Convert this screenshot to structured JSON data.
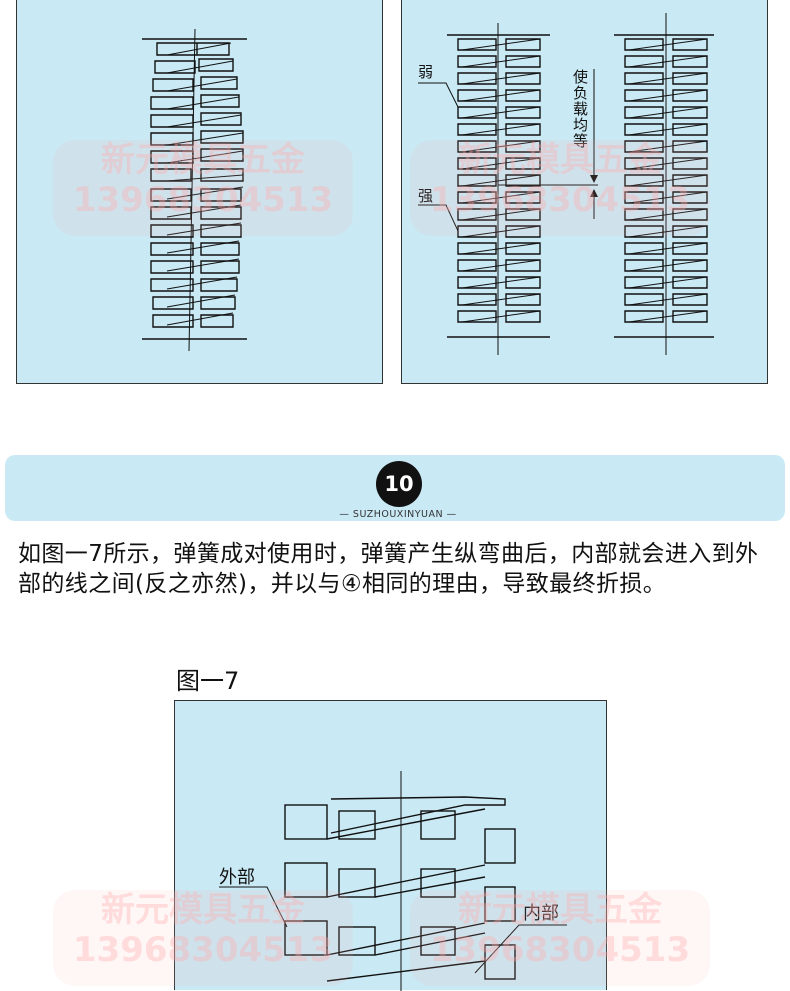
{
  "figure_left": {},
  "figure_right": {
    "label_weak": "弱",
    "label_strong": "强",
    "label_equal_load": "使负载均等"
  },
  "section_badge": {
    "number": "10",
    "subtitle": "— SUZHOUXINYUAN —"
  },
  "body_text": "如图一7所示，弹簧成对使用时，弹簧产生纵弯曲后，内部就会进入到外部的线之间(反之亦然)，并以与④相同的理由，导致最终折损。",
  "figure7": {
    "title": "图一7",
    "label_outer": "外部",
    "label_inner": "内部"
  },
  "watermark": {
    "line1": "新元模具五金",
    "line2": "13968304513"
  },
  "colors": {
    "panel_bg": "#c9e9f4",
    "ink": "#111111",
    "watermark": "#ffb4b4"
  }
}
